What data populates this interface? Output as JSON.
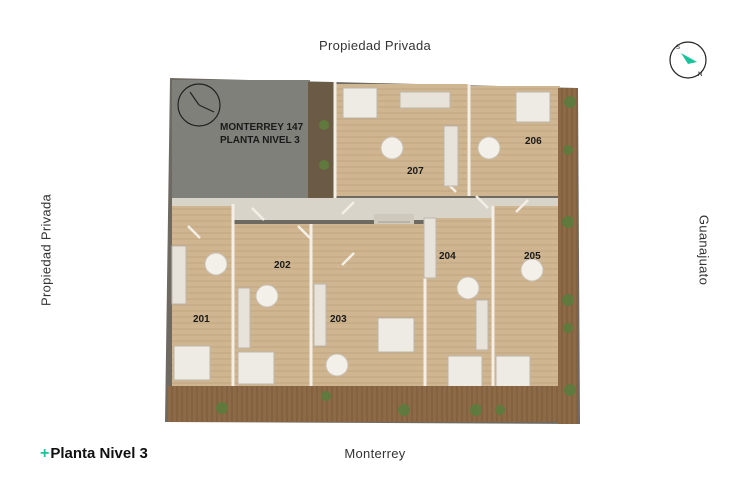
{
  "streets": {
    "top": "Propiedad Privada",
    "left": "Propiedad Privada",
    "right": "Guanajuato",
    "bottom": "Monterrey"
  },
  "compass": {
    "letters": [
      "N",
      "S"
    ],
    "accent": "#19c49b"
  },
  "building": {
    "line1": "MONTERREY 147",
    "line2": "PLANTA NIVEL 3"
  },
  "units": [
    "201",
    "202",
    "203",
    "204",
    "205",
    "206",
    "207"
  ],
  "legend": {
    "plus": "+",
    "text": "Planta Nivel 3"
  },
  "colors": {
    "accent": "#19c49b",
    "floor": "#cdb48f",
    "wall": "#f4efe6",
    "roof": "#7e8079",
    "terrace": "#8d6a47"
  }
}
